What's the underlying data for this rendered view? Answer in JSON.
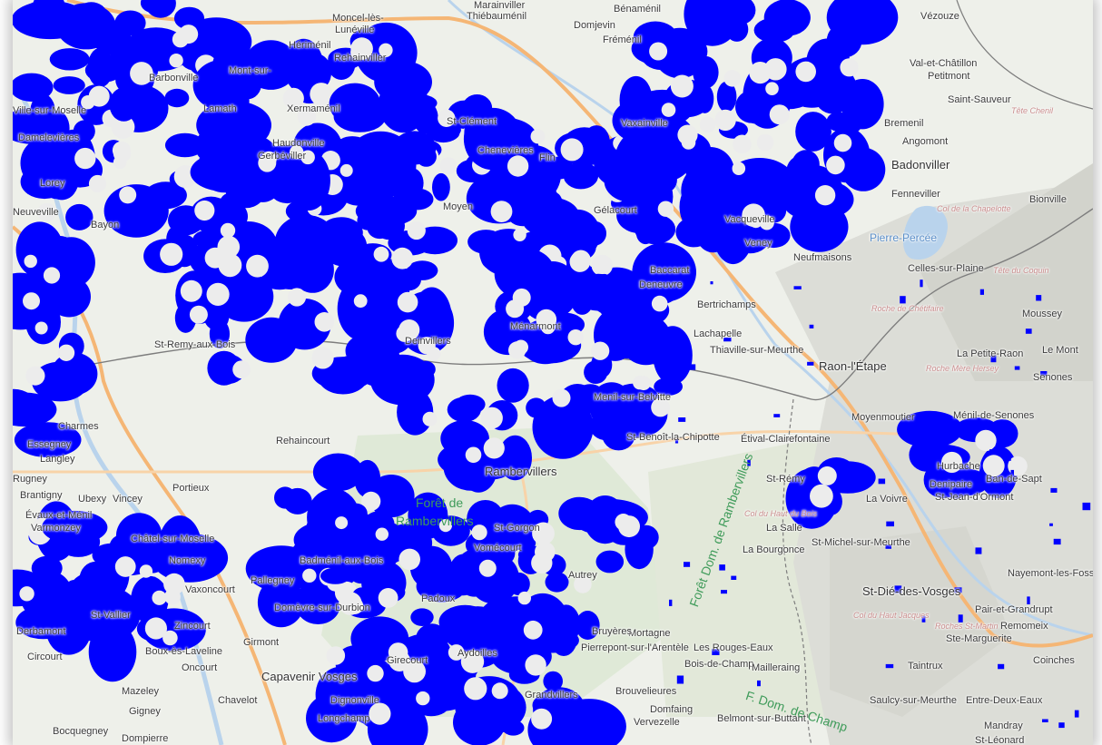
{
  "map": {
    "palette": {
      "land": "#eef0ea",
      "forest": "#dfe9d7",
      "mountain": "#d9dad4",
      "water": "#b9d3ec",
      "main_road": "#f5b675",
      "road": "#ffffff",
      "border": "#7d7d7d",
      "overlay": "#0000ff",
      "overlay_hole": "#ececec"
    },
    "labels": {
      "top": [
        "Moncel-lès-",
        "Lunéville",
        "Hériménil",
        "Rehainviller",
        "Mont-sur-",
        "Thiébauménil",
        "Marainviller",
        "Domjevin",
        "Fréménil",
        "Vézouze",
        "Val-et-Châtillon",
        "Petitmont",
        "Saint-Sauveur",
        "Tête Chenil",
        "Bénaménil",
        "Xermaménil",
        "St-Clément",
        "Chenevières",
        "Flin",
        "Vaxainville",
        "Angomont",
        "Bremenil",
        "Baccarat",
        "Deneuvre",
        "Badonviller",
        "Fenneviller",
        "Bionville",
        "Col de la Chapelotte",
        "Pierre-Percée",
        "Celles-sur-Plaine",
        "Tête du Coquin",
        "Moyen",
        "Gélacourt",
        "Vacqueville",
        "Veney",
        "Neufmaisons",
        "Haudonville",
        "Gerbéviller",
        "Lamath",
        "Bayon",
        "Lorey",
        "Damelevières",
        "Barbonville",
        "Ville-sur-Moselle",
        "Neuveville"
      ],
      "mid": [
        "Bertrichamps",
        "Lachapelle",
        "Thiaville-sur-Meurthe",
        "Raon-l'Étape",
        "Roche de Chétifaire",
        "Moussey",
        "La Petite-Raon",
        "Le Mont",
        "Roche Mère Hersey",
        "Senones",
        "Moyenmoutier",
        "Ménil-de-Senones",
        "Ménarmont",
        "Menil-sur-Belvitte",
        "St-Benoît-la-Chipotte",
        "Étival-Clairefontaine",
        "St-Rémy",
        "La Voivre",
        "Hurbache",
        "Denipaire",
        "Ban-de-Sapt",
        "St-Jean-d'Ormont",
        "Col du Haut du Bois",
        "La Salle",
        "La Bourgonce",
        "St-Michel-sur-Meurthe",
        "Deinvillers",
        "St-Remy-aux-Bois",
        "Rehaincourt",
        "Essegney",
        "Langley",
        "Charmes",
        "Rugney",
        "Brantigny",
        "Ubexy",
        "Vincey",
        "Portieux",
        "Évaux-et-Ménil",
        "Varmonzey"
      ],
      "bottom": [
        "Rambervillers",
        "St-Gorgon",
        "Vomécourt",
        "Autrey",
        "Padoux",
        "Badménil-aux-Bois",
        "Châtel-sur-Moselle",
        "Nomexy",
        "Vaxoncourt",
        "Pallegney",
        "Zincourt",
        "Girmont",
        "Domèvre-sur-Durbion",
        "St-Vallier",
        "Derbamont",
        "Circourt",
        "Boux-ès-Laveline",
        "Oncourt",
        "Mazeley",
        "Gigney",
        "Bocquegney",
        "Dompierre",
        "Capavenir Vosges",
        "Chavelot",
        "Longchamp",
        "Dignonville",
        "Girecourt",
        "Aydoilles",
        "Grandvillers",
        "Brouvelieures",
        "Domfaing",
        "Vervezelle",
        "Belmont-sur-Buttant",
        "Mortagne",
        "Les Rouges-Eaux",
        "Bois-de-Champ",
        "Mailleraing",
        "Pierrepont-sur-l'Arentèle",
        "Bruyères",
        "Taintrux",
        "Saulcy-sur-Meurthe",
        "Entre-Deux-Eaux",
        "Mandray",
        "St-Léonard",
        "St-Dié-des-Vosges",
        "Pair-et-Grandrupt",
        "Remomeix",
        "Ste-Marguerite",
        "Coinches",
        "Nayemont-les-Fosses",
        "Roches St-Martin",
        "Col du Haut Jacques"
      ],
      "forests": [
        "Forêt de",
        "Rambervillers",
        "Forêt Dom. de Rambervillers",
        "F. Dom. de Champ"
      ]
    },
    "overlay_clusters": 18
  }
}
